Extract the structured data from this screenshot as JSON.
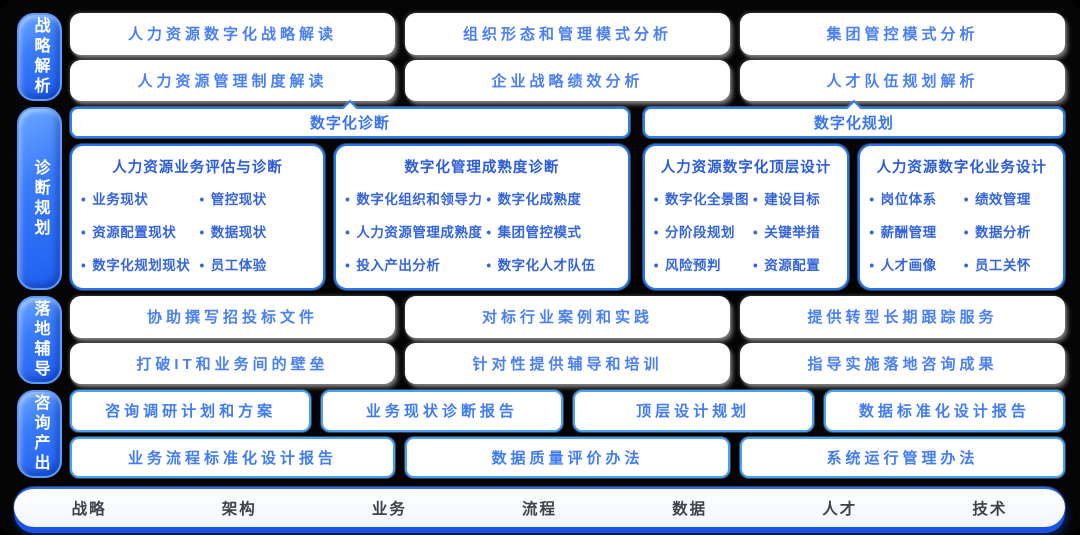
{
  "colors": {
    "background": "#050505",
    "pill_blue": "#2e72f5",
    "box_text_blue": "#4a80f4",
    "card_border_blue": "#2a74f1",
    "card_title_blue": "#2c5cd8",
    "bullet_blue": "#3565dc",
    "footer_shadow_blue": "#1c53e2",
    "footer_text": "#3d424b"
  },
  "sections": [
    {
      "label": "战略解析",
      "rows": [
        [
          "人力资源数字化战略解读",
          "组织形态和管理模式分析",
          "集团管控模式分析"
        ],
        [
          "人力资源管理制度解读",
          "企业战略绩效分析",
          "人才队伍规划解析"
        ]
      ]
    },
    {
      "label": "诊断规划",
      "headers": [
        "数字化诊断",
        "数字化规划"
      ],
      "cards": [
        {
          "title": "人力资源业务评估与诊断",
          "col1": [
            "业务现状",
            "资源配置现状",
            "数字化规划现状"
          ],
          "col2": [
            "管控现状",
            "数据现状",
            "员工体验"
          ]
        },
        {
          "title": "数字化管理成熟度诊断",
          "col1": [
            "数字化组织和领导力",
            "人力资源管理成熟度",
            "投入产出分析"
          ],
          "col2": [
            "数字化成熟度",
            "集团管控模式",
            "数字化人才队伍"
          ]
        },
        {
          "title": "人力资源数字化顶层设计",
          "col1": [
            "数字化全景图",
            "分阶段规划",
            "风险预判"
          ],
          "col2": [
            "建设目标",
            "关键举措",
            "资源配置"
          ]
        },
        {
          "title": "人力资源数字化业务设计",
          "col1": [
            "岗位体系",
            "薪酬管理",
            "人才画像"
          ],
          "col2": [
            "绩效管理",
            "数据分析",
            "员工关怀"
          ]
        }
      ]
    },
    {
      "label": "落地辅导",
      "rows": [
        [
          "协助撰写招投标文件",
          "对标行业案例和实践",
          "提供转型长期跟踪服务"
        ],
        [
          "打破IT和业务间的壁垒",
          "针对性提供辅导和培训",
          "指导实施落地咨询成果"
        ]
      ]
    },
    {
      "label": "咨询产出",
      "rows": [
        [
          "咨询调研计划和方案",
          "业务现状诊断报告",
          "顶层设计规划",
          "数据标准化设计报告"
        ],
        [
          "业务流程标准化设计报告",
          "数据质量评价办法",
          "系统运行管理办法"
        ]
      ]
    }
  ],
  "footer": {
    "items": [
      "战略",
      "架构",
      "业务",
      "流程",
      "数据",
      "人才",
      "技术"
    ]
  }
}
